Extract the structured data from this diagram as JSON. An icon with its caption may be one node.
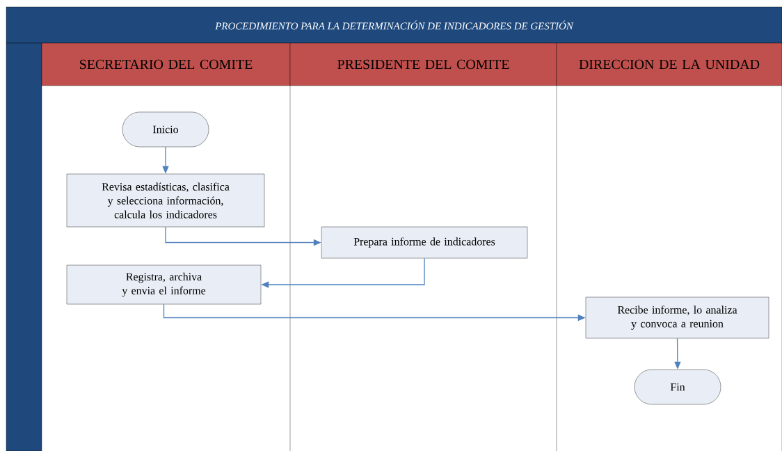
{
  "diagram": {
    "title": "PROCEDIMIENTO PARA LA DETERMINACIÓN DE INDICADORES DE GESTIÓN",
    "nodes": [
      {
        "text": [
          "SECRETARIO DEL COMITE"
        ]
      },
      {
        "text": [
          "PRESIDENTE DEL COMITE"
        ]
      },
      {
        "text": [
          "DIRECCION DE LA UNIDAD"
        ]
      },
      {
        "text": [
          "Inicio"
        ]
      },
      {
        "text": [
          "Revisa estadísticas, clasifica y selecciona información, calcula los indicadores"
        ]
      },
      {
        "text": [
          "Prepara informe de indicadores"
        ]
      },
      {
        "text": [
          "Registra, archiva y envia el informe"
        ]
      },
      {
        "text": [
          "Recibe informe, lo analiza y convoca a reunion"
        ]
      },
      {
        "text": [
          "Fin"
        ]
      }
    ],
    "edges": [
      {
        "from": 3,
        "to": 4,
        "arrow": "to"
      },
      {
        "from": 4,
        "to": 5,
        "arrow": "to"
      },
      {
        "from": 5,
        "to": 6,
        "arrow": "to"
      },
      {
        "from": 6,
        "to": 7,
        "arrow": "to"
      },
      {
        "from": 7,
        "to": 8,
        "arrow": "to"
      }
    ]
  }
}
